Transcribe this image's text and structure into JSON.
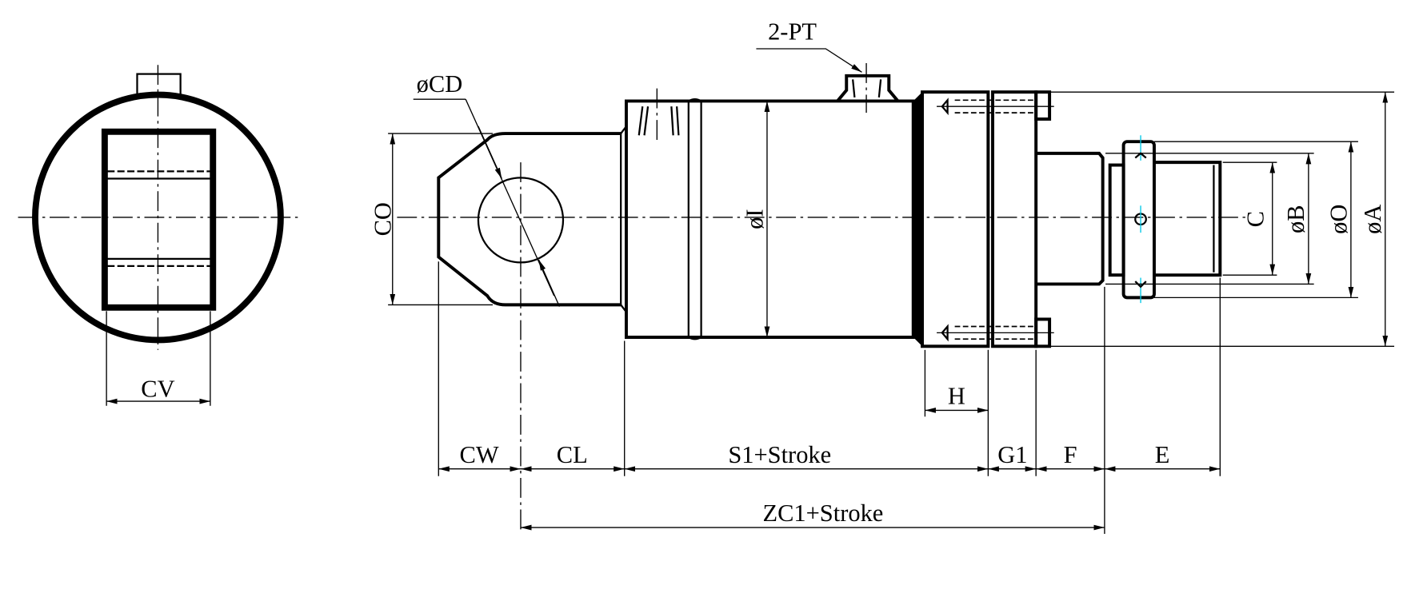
{
  "labels": {
    "pt": "2-PT",
    "cd": "øCD",
    "co": "CO",
    "i": "øI",
    "cv": "CV",
    "h": "H",
    "cw": "CW",
    "cl": "CL",
    "s1": "S1+Stroke",
    "g1": "G1",
    "f": "F",
    "e": "E",
    "zc1": "ZC1+Stroke",
    "c": "C",
    "b": "øB",
    "o": "øO",
    "a": "øA"
  },
  "colors": {
    "line": "#000000",
    "centerMark": "#00c8e6"
  }
}
